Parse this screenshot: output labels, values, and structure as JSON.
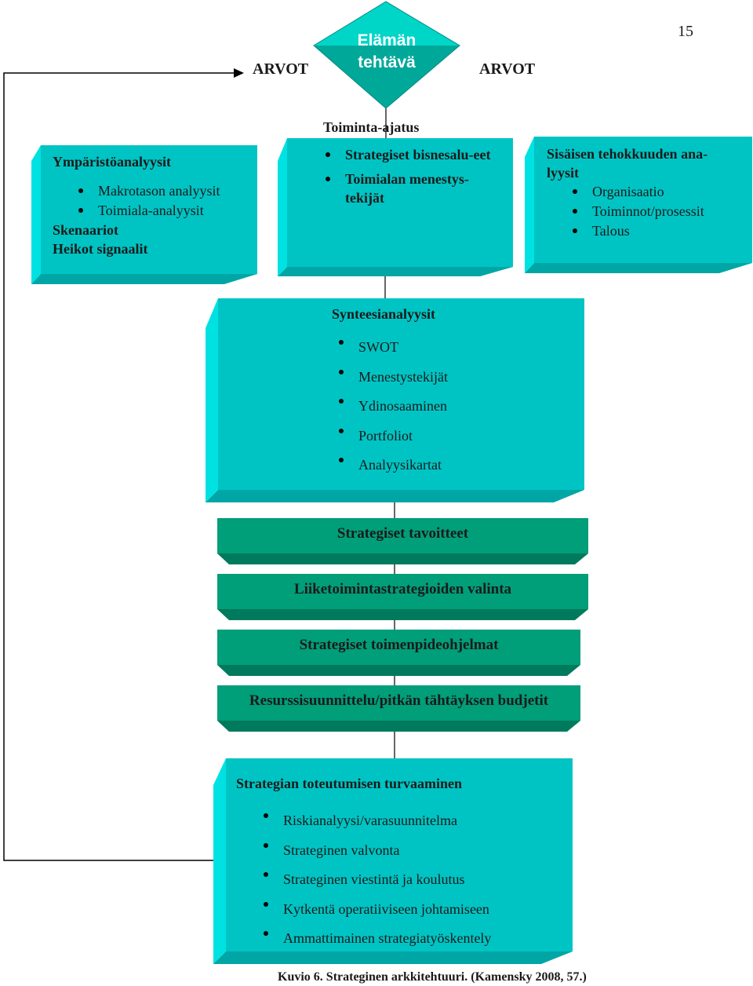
{
  "page_number": "15",
  "arvot_left": "ARVOT",
  "arvot_right": "ARVOT",
  "mission": "Elämän tehtävä",
  "business_idea": "Toiminta-ajatus",
  "env_box": {
    "title": "Ympäristöanalyysit",
    "items": [
      "Makrotason analyysit",
      "Toimiala-analyysit"
    ],
    "extra": [
      "Skenaariot",
      "Heikot signaalit"
    ]
  },
  "mid_box": {
    "items": [
      "Strategiset bisnesalu-eet",
      "Toimialan menestys-tekijät"
    ]
  },
  "right_box": {
    "title": "Sisäisen tehokkuuden ana-lyysit",
    "items": [
      "Organisaatio",
      "Toiminnot/prosessit",
      "Talous"
    ]
  },
  "synth_box": {
    "title": "Synteesianalyysit",
    "items": [
      "SWOT",
      "Menestystekijät",
      "Ydinosaaminen",
      "Portfoliot",
      "Analyysikartat"
    ]
  },
  "bands": [
    "Strategiset tavoitteet",
    "Liiketoimintastrategioiden valinta",
    "Strategiset toimenpideohjelmat",
    "Resurssisuunnittelu/pitkän tähtäyksen budjetit"
  ],
  "impl_box": {
    "title": "Strategian toteutumisen turvaaminen",
    "items": [
      "Riskianalyysi/varasuunnitelma",
      "Strateginen valvonta",
      "Strateginen viestintä ja koulutus",
      "Kytkentä operatiiviseen johtamiseen",
      "Ammattimainen strategiatyöskentely"
    ]
  },
  "caption": "Kuvio 6. Strateginen arkkitehtuuri. (Kamensky 2008, 57.)",
  "colors": {
    "box_face": "#00c4c4",
    "box_light": "#00e2e2",
    "box_dark": "#00a6a6",
    "band_face": "#009e79",
    "band_dark": "#007a5c"
  }
}
